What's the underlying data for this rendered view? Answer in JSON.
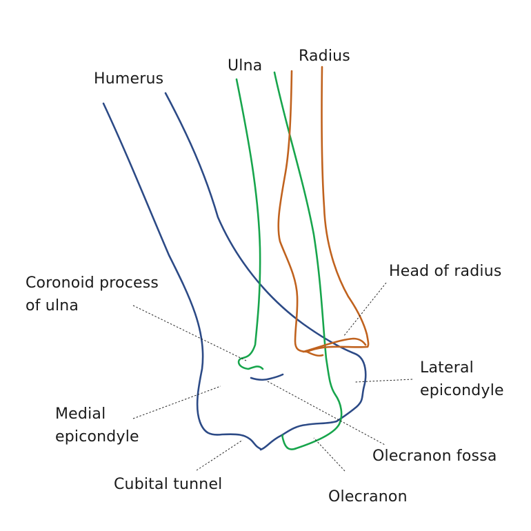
{
  "labels": {
    "humerus": "Humerus",
    "ulna": "Ulna",
    "radius": "Radius",
    "head_of_radius": "Head of radius",
    "coronoid_line1": "Coronoid process",
    "coronoid_line2": "of ulna",
    "lateral_line1": "Lateral",
    "lateral_line2": "epicondyle",
    "medial_line1": "Medial",
    "medial_line2": "epicondyle",
    "olecranon_fossa": "Olecranon fossa",
    "cubital_tunnel": "Cubital tunnel",
    "olecranon": "Olecranon"
  },
  "colors": {
    "humerus": "#2c4a86",
    "ulna": "#17a54c",
    "radius": "#c0621e",
    "leader": "#222222",
    "text": "#1a1a1a"
  }
}
